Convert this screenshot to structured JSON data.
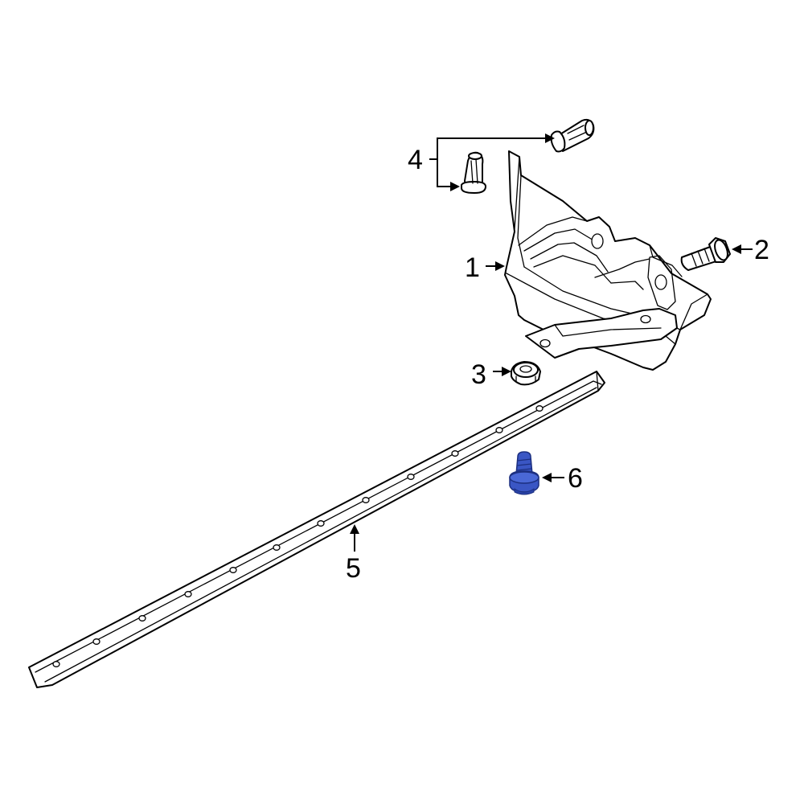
{
  "callouts": [
    {
      "id": "1",
      "label": "1"
    },
    {
      "id": "2",
      "label": "2"
    },
    {
      "id": "3",
      "label": "3"
    },
    {
      "id": "4",
      "label": "4"
    },
    {
      "id": "5",
      "label": "5"
    },
    {
      "id": "6",
      "label": "6"
    }
  ],
  "colors": {
    "highlight": "#3a56c4",
    "highlight_dark": "#1c2f80",
    "line": "#000000",
    "background": "#ffffff"
  }
}
